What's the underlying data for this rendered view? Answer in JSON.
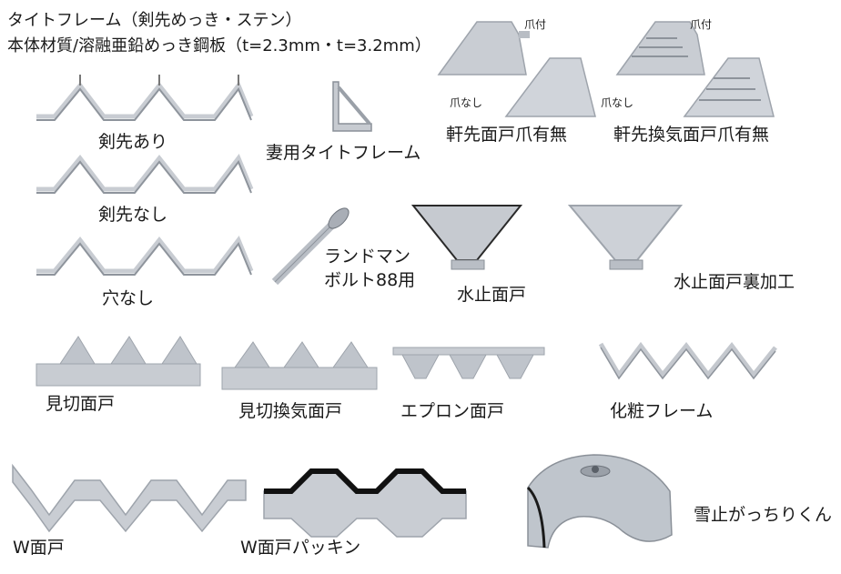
{
  "header": {
    "line1": "タイトフレーム（剣先めっき・ステン）",
    "line2": "本体材質/溶融亜鉛めっき鋼板（t=2.3mm・t=3.2mm）"
  },
  "products": {
    "kensaki_ari": "剣先あり",
    "kensaki_nashi": "剣先なし",
    "ana_nashi": "穴なし",
    "tsuma_frame": "妻用タイトフレーム",
    "noki_tsume": "軒先面戸爪有無",
    "noki_kanki_tsume": "軒先換気面戸爪有無",
    "bolt_line1": "ランドマン",
    "bolt_line2": "ボルト88用",
    "mizudome": "水止面戸",
    "mizudome_ura": "水止面戸裏加工",
    "mikiri": "見切面戸",
    "mikiri_kanki": "見切換気面戸",
    "apron": "エプロン面戸",
    "kesho_frame": "化粧フレーム",
    "w_mendo": "W面戸",
    "w_packing": "W面戸パッキン",
    "yukidome": "雪止がっちりくん"
  },
  "callouts": {
    "tsume_tsuki_1": "爪付",
    "tsume_nashi_1": "爪なし",
    "tsume_tsuki_2": "爪付",
    "tsume_nashi_2": "爪なし"
  }
}
